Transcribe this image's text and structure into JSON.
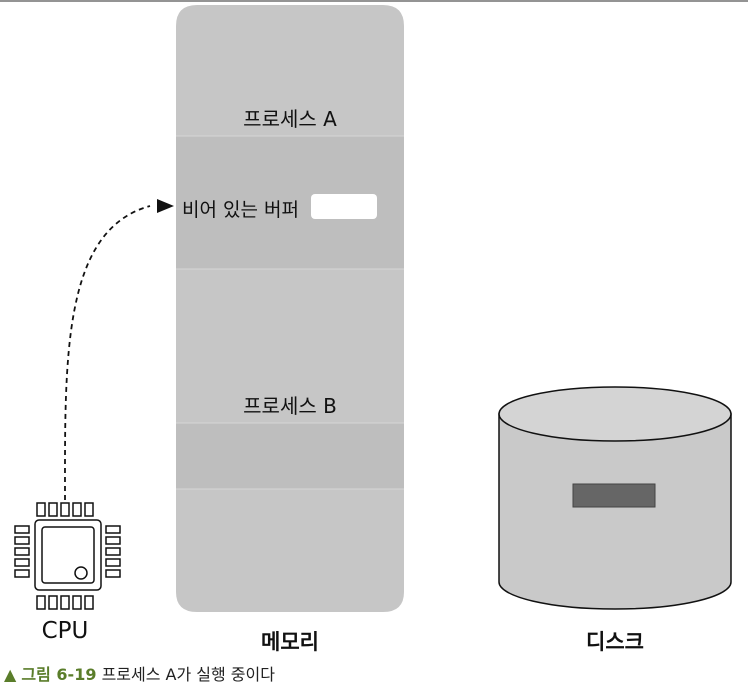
{
  "memory": {
    "label": "메모리",
    "process_a": "프로세스 A",
    "process_b": "프로세스 B",
    "empty_buffer": "비어 있는 버퍼"
  },
  "cpu": {
    "label": "CPU"
  },
  "disk": {
    "label": "디스크"
  },
  "caption": {
    "marker": "▲",
    "figure": "그림 6-19",
    "text": "프로세스 A가 실행 중이다"
  },
  "colors": {
    "memory_fill": "#c6c6c6",
    "memory_band": "#bebebe",
    "disk_fill": "#c9c9c9",
    "disk_block": "#666666",
    "caption_accent": "#5a7d2a"
  }
}
